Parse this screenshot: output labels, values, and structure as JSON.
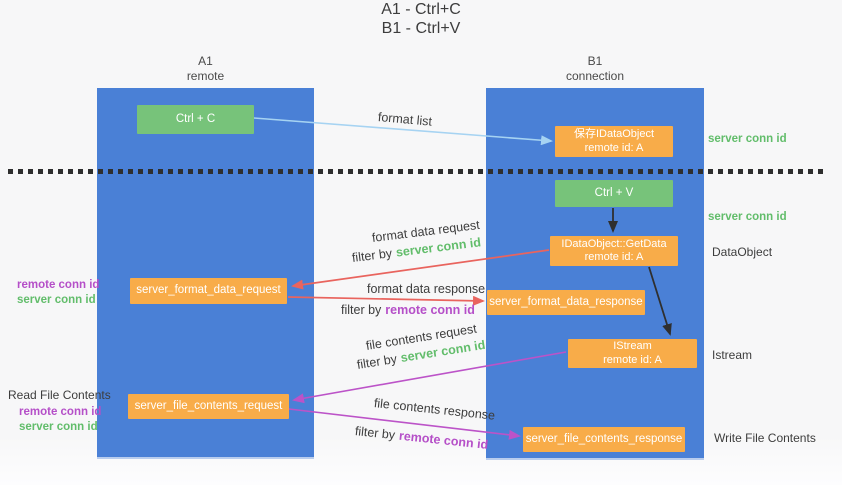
{
  "title": {
    "line1": "A1 - Ctrl+C",
    "line2": "B1 - Ctrl+V"
  },
  "lanes": {
    "a1": {
      "name": "A1",
      "role": "remote"
    },
    "b1": {
      "name": "B1",
      "role": "connection"
    }
  },
  "nodes": {
    "ctrl_c": {
      "label": "Ctrl + C"
    },
    "save_dataobject": {
      "line1": "保存IDataObject",
      "line2": "remote id: A"
    },
    "ctrl_v": {
      "label": "Ctrl + V"
    },
    "getdata": {
      "line1": "IDataObject::GetData",
      "line2": "remote id: A"
    },
    "format_request": {
      "label": "server_format_data_request"
    },
    "format_response": {
      "label": "server_format_data_response"
    },
    "istream": {
      "line1": "IStream",
      "line2": "remote id: A"
    },
    "file_request": {
      "label": "server_file_contents_request"
    },
    "file_response": {
      "label": "server_file_contents_response"
    }
  },
  "arrow_labels": {
    "format_list": "format list",
    "format_data_request": "format data request",
    "format_data_response": "format data response",
    "file_contents_request": "file contents request",
    "file_contents_response": "file contents response",
    "filter_by": "filter by",
    "server_conn_id": "server conn id",
    "remote_conn_id": "remote conn id"
  },
  "annotations": {
    "right_server_conn_id_top": "server conn id",
    "right_server_conn_id_mid": "server conn id",
    "right_dataobject": "DataObject",
    "right_istream": "Istream",
    "right_write_file_contents": "Write File Contents",
    "left_remote_conn_id_top": "remote conn id",
    "left_server_conn_id_top": "server conn id",
    "left_read_file_contents": "Read File Contents",
    "left_remote_conn_id_bottom": "remote conn id",
    "left_server_conn_id_bottom": "server conn id"
  },
  "colors": {
    "lane_blue": "#4a80d6",
    "node_green": "#77c37a",
    "node_orange": "#f8ac49",
    "arrow_blue": "#a6d3f2",
    "arrow_black": "#2f2f2f",
    "arrow_red": "#e9645e",
    "arrow_magenta": "#bc53c8",
    "text_green": "#62bd6b",
    "text_purple": "#b54fc8",
    "text_dark": "#3d3d3d"
  }
}
